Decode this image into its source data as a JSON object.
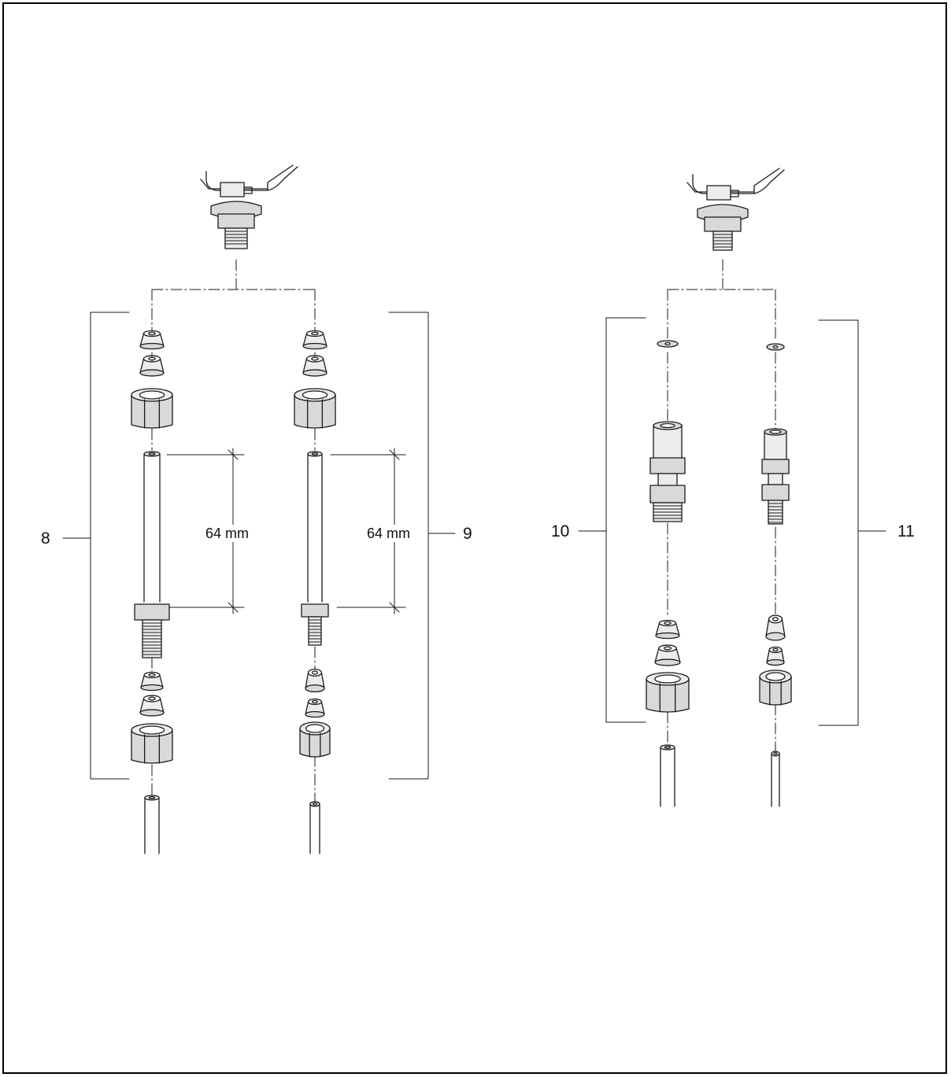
{
  "labels": {
    "callout_8": "8",
    "callout_9": "9",
    "callout_10": "10",
    "callout_11": "11"
  },
  "dimensions": {
    "left_tube": "64 mm",
    "right_tube": "64 mm"
  },
  "colors": {
    "line": "#1a1a1a",
    "part_fill": "#d9d9d9",
    "part_fill_light": "#ececec",
    "background": "#ffffff"
  }
}
